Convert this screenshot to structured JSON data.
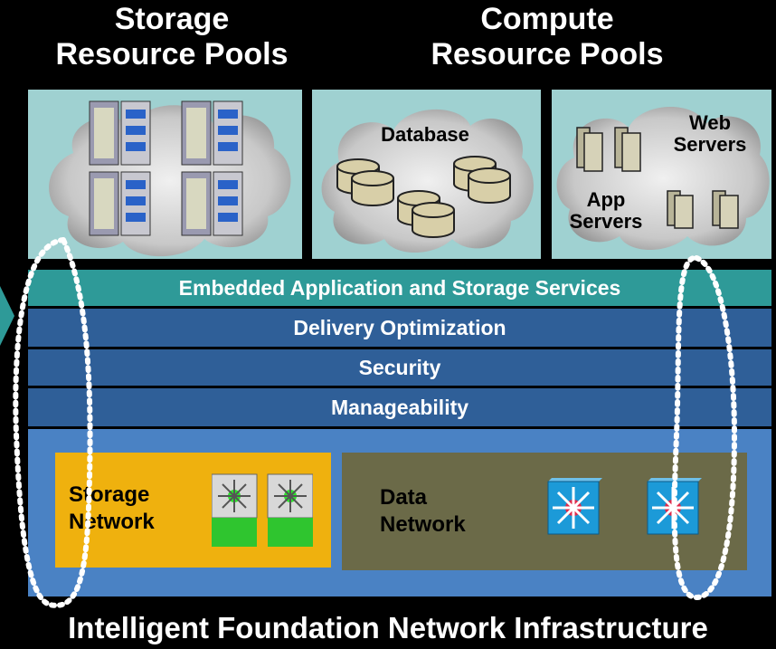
{
  "headers": {
    "storage_line1": "Storage",
    "storage_line2": "Resource Pools",
    "compute_line1": "Compute",
    "compute_line2": "Resource Pools"
  },
  "panels": {
    "database_label": "Database",
    "web_line1": "Web",
    "web_line2": "Servers",
    "app_line1": "App",
    "app_line2": "Servers"
  },
  "layers": [
    "Embedded Application and Storage Services",
    "Delivery Optimization",
    "Security",
    "Manageability"
  ],
  "networks": {
    "storage_line1": "Storage",
    "storage_line2": "Network",
    "data_line1": "Data",
    "data_line2": "Network"
  },
  "footer": "Intelligent Foundation Network Infrastructure",
  "colors": {
    "background": "#000000",
    "panel": "#9fd1d1",
    "services_band": "#2e9a98",
    "layer_band": "#2f5f98",
    "foundation": "#4a82c4",
    "storage_network": "#efb10e",
    "data_network": "#6b6a48",
    "storage_switch_base": "#2fc52f",
    "data_switch": "#1c9ad8"
  },
  "icons": [
    "storage-array-icon",
    "database-cylinder-icon",
    "server-icon",
    "storage-switch-icon",
    "multilayer-switch-icon",
    "cloud-icon"
  ]
}
